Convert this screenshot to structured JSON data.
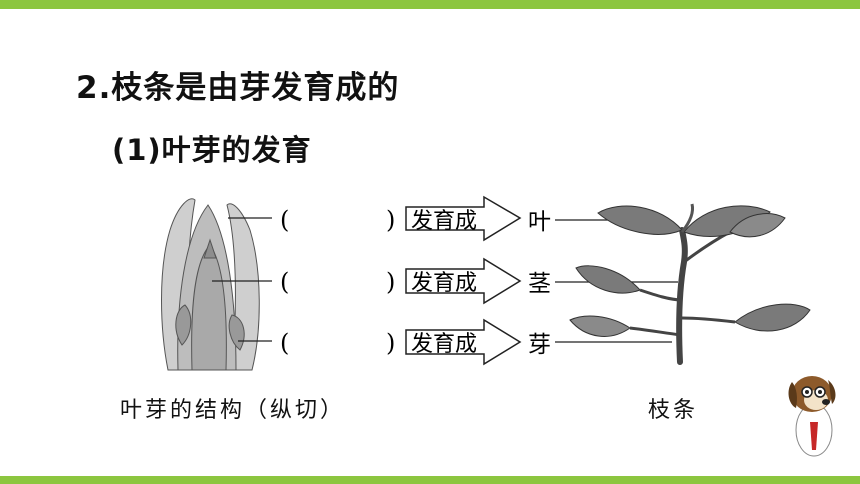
{
  "colors": {
    "accent_green": "#8cc63f",
    "line": "#222222"
  },
  "heading": {
    "title": "2.枝条是由芽发育成的",
    "subtitle": "(1)叶芽的发育"
  },
  "diagram": {
    "rows": [
      {
        "paren_open": "(",
        "paren_close": ")",
        "arrow_label": "发育成",
        "result": "叶"
      },
      {
        "paren_open": "(",
        "paren_close": ")",
        "arrow_label": "发育成",
        "result": "茎"
      },
      {
        "paren_open": "(",
        "paren_close": ")",
        "arrow_label": "发育成",
        "result": "芽"
      }
    ],
    "left_caption": "叶芽的结构（纵切）",
    "right_caption": "枝条"
  },
  "icons": {
    "bud_illustration": "leaf-bud-section-illustration",
    "branch_illustration": "branch-illustration",
    "mascot": "dog-mascot-icon"
  }
}
